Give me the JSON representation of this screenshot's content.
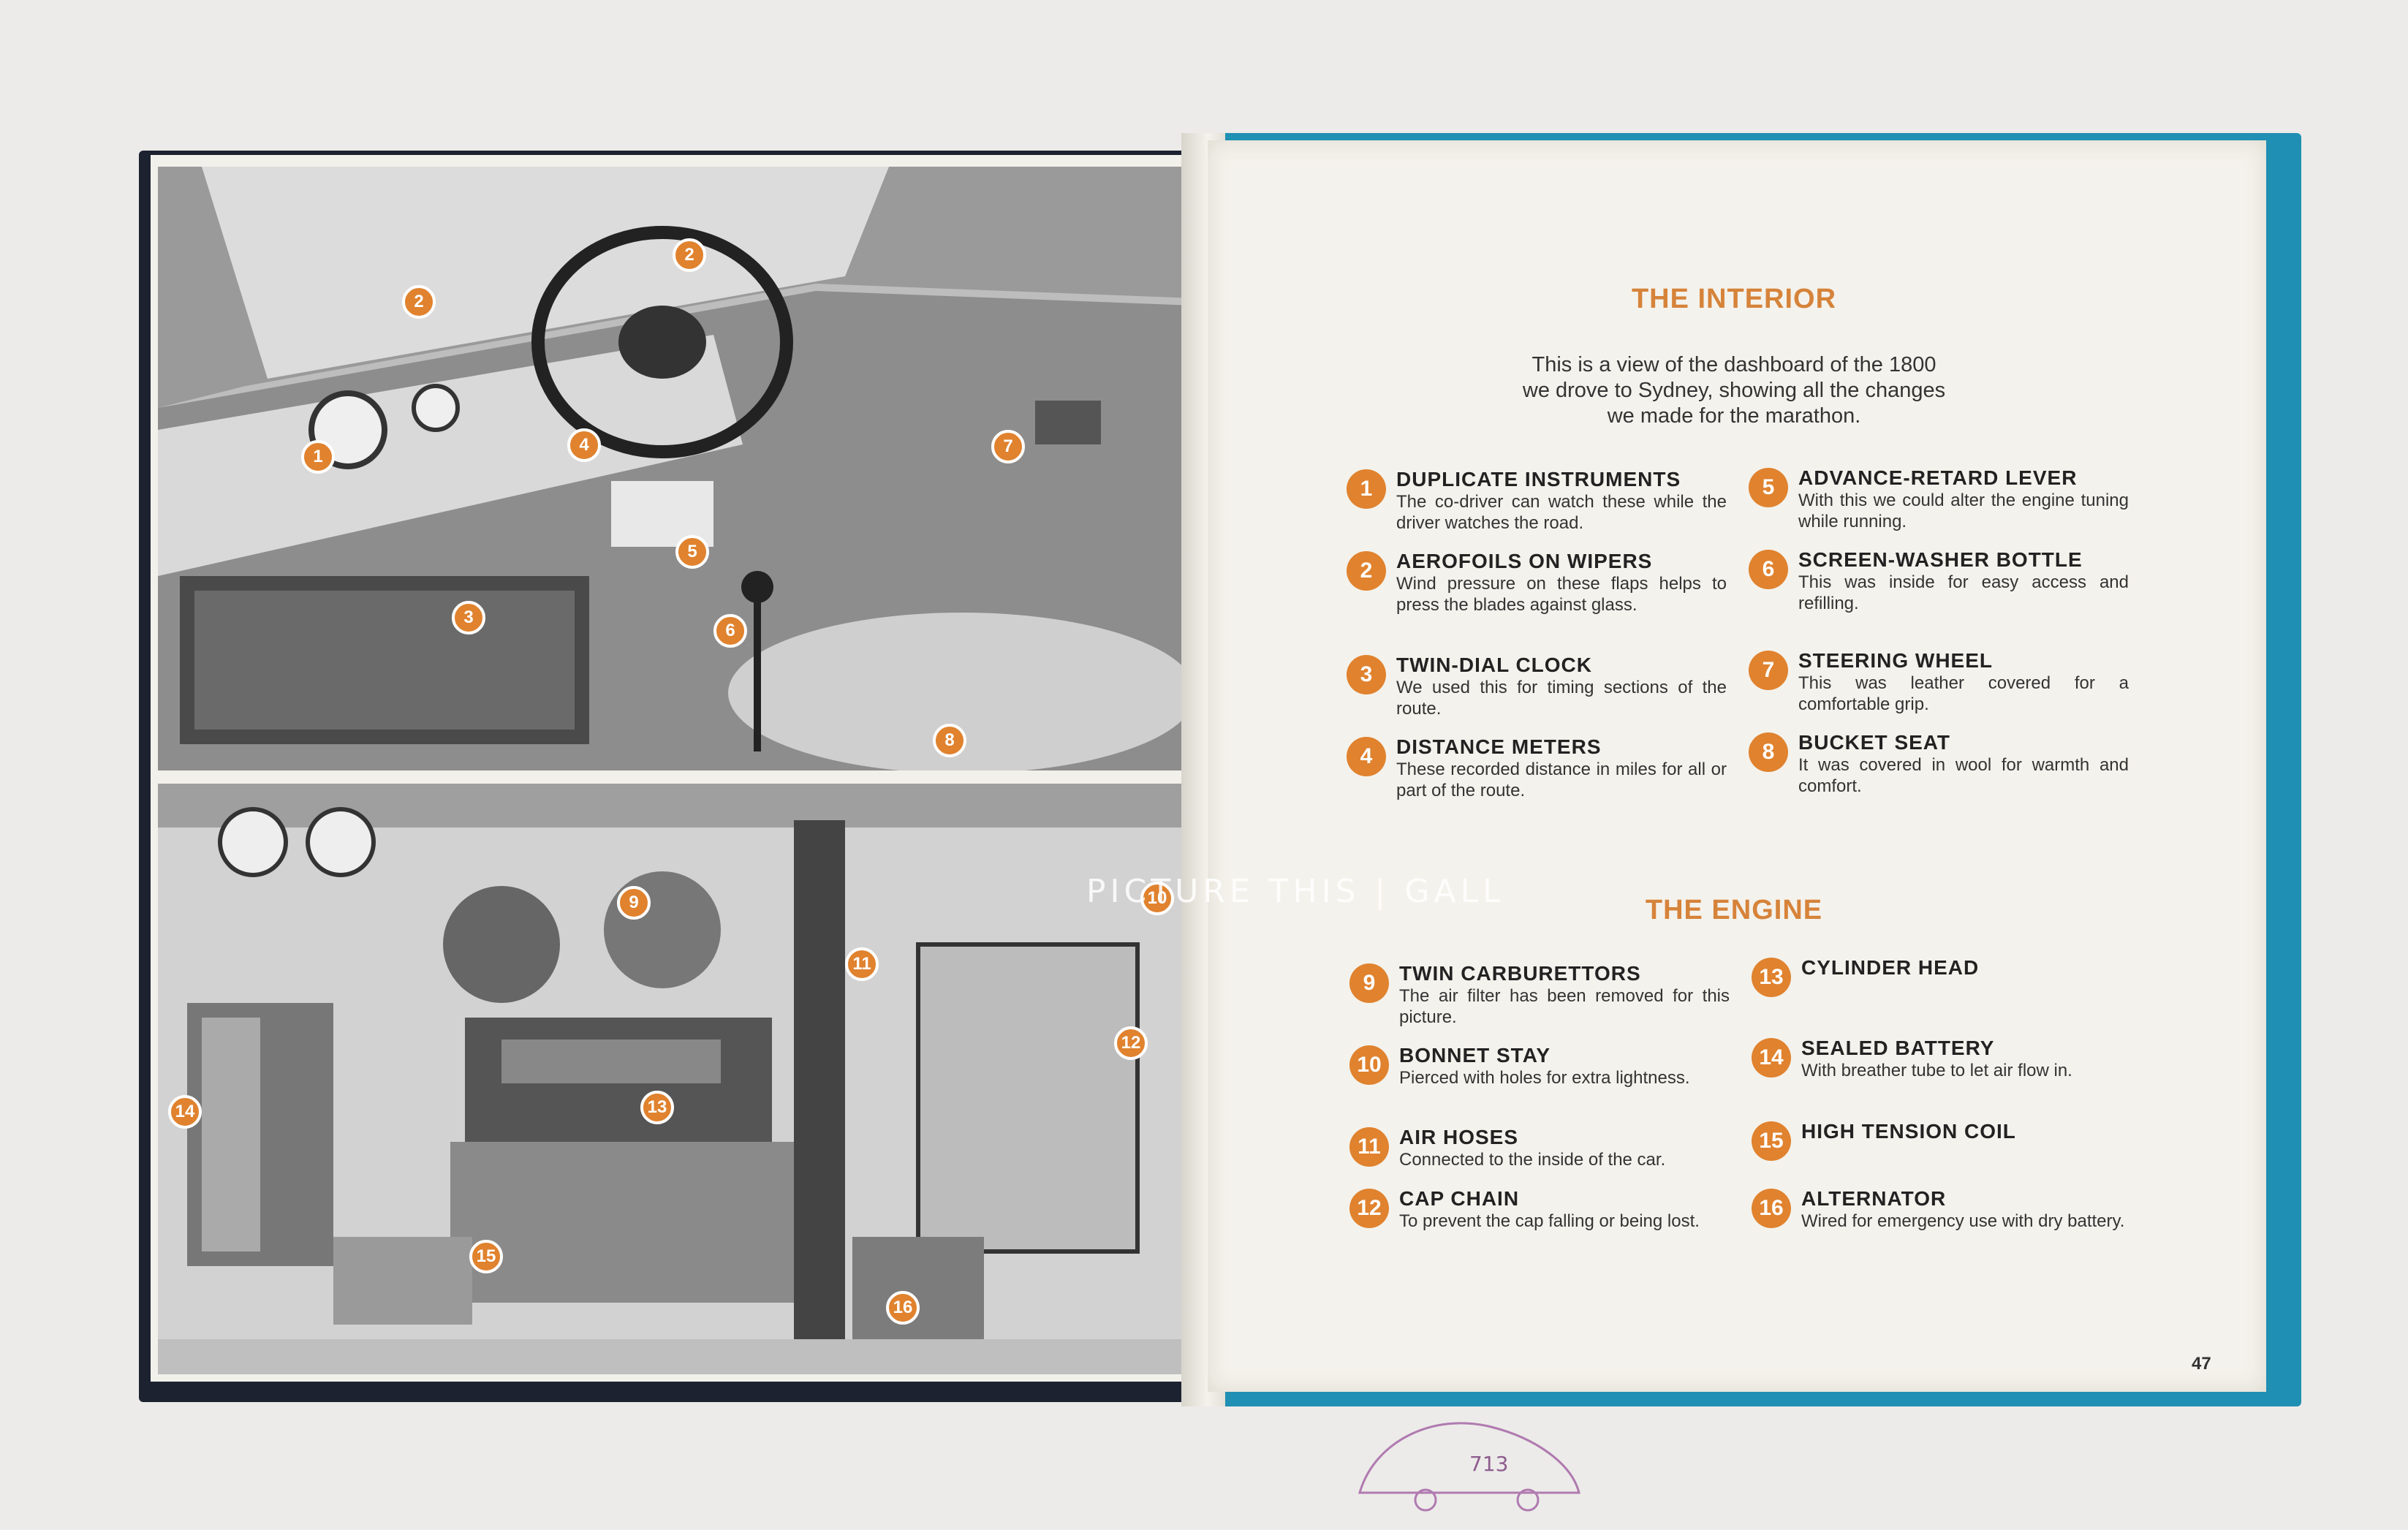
{
  "interior": {
    "title": "THE INTERIOR",
    "intro_lines": [
      "This is a view of the dashboard of the 1800",
      "we drove to Sydney, showing all the changes",
      "we made for the marathon."
    ],
    "items": [
      {
        "n": "1",
        "head": "DUPLICATE INSTRUMENTS",
        "desc": "The co-driver can watch these while the driver watches the road."
      },
      {
        "n": "2",
        "head": "AEROFOILS ON WIPERS",
        "desc": "Wind pressure on these flaps helps to press the blades against glass."
      },
      {
        "n": "3",
        "head": "TWIN-DIAL CLOCK",
        "desc": "We used this for timing sections of the route."
      },
      {
        "n": "4",
        "head": "DISTANCE METERS",
        "desc": "These recorded distance in miles for all or part of the route."
      },
      {
        "n": "5",
        "head": "ADVANCE-RETARD LEVER",
        "desc": "With this we could alter the engine tuning while running."
      },
      {
        "n": "6",
        "head": "SCREEN-WASHER BOTTLE",
        "desc": "This was inside for easy access and refilling."
      },
      {
        "n": "7",
        "head": "STEERING WHEEL",
        "desc": "This was leather covered for a comfortable grip."
      },
      {
        "n": "8",
        "head": "BUCKET SEAT",
        "desc": "It was covered in wool for warmth and comfort."
      }
    ]
  },
  "engine": {
    "title": "THE ENGINE",
    "items": [
      {
        "n": "9",
        "head": "TWIN CARBURETTORS",
        "desc": "The air filter has been removed for this picture."
      },
      {
        "n": "10",
        "head": "BONNET STAY",
        "desc": "Pierced with holes for extra lightness."
      },
      {
        "n": "11",
        "head": "AIR HOSES",
        "desc": "Connected to the inside of the car."
      },
      {
        "n": "12",
        "head": "CAP CHAIN",
        "desc": "To prevent the cap falling or being lost."
      },
      {
        "n": "13",
        "head": "CYLINDER HEAD",
        "desc": ""
      },
      {
        "n": "14",
        "head": "SEALED BATTERY",
        "desc": "With breather tube to let air flow in."
      },
      {
        "n": "15",
        "head": "HIGH TENSION COIL",
        "desc": ""
      },
      {
        "n": "16",
        "head": "ALTERNATOR",
        "desc": "Wired for emergency use with dry battery."
      }
    ]
  },
  "callouts_top": [
    "1",
    "2",
    "2",
    "3",
    "4",
    "5",
    "6",
    "7",
    "8"
  ],
  "callouts_bottom": [
    "9",
    "10",
    "11",
    "12",
    "13",
    "14",
    "15",
    "16"
  ],
  "page_number": "47",
  "watermark": "PICTURE THIS | GALL",
  "doodle_text": "713",
  "colors": {
    "accent": "#e0822e",
    "title": "#d6833a",
    "cover": "#1f8fb4"
  }
}
